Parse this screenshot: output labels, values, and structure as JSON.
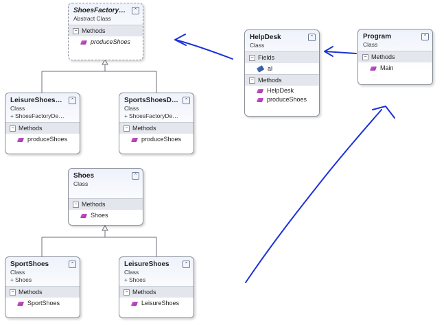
{
  "colors": {
    "pen": "#1a32d8",
    "connector": "#6b6f77",
    "box_border": "#8a8f99",
    "section_bg": "#e3e6ec"
  },
  "classes": {
    "factory": {
      "name": "ShoesFactoryDepa...",
      "stereotype": "Abstract Class",
      "methods_label": "Methods",
      "methods": [
        "produceShoes"
      ]
    },
    "leisure_dept": {
      "name": "LeisureShoesDe...",
      "stereotype": "Class",
      "inherits": "ShoesFactoryDepartm...",
      "methods_label": "Methods",
      "methods": [
        "produceShoes"
      ]
    },
    "sports_dept": {
      "name": "SportsShoesDep...",
      "stereotype": "Class",
      "inherits": "ShoesFactoryDepartm...",
      "methods_label": "Methods",
      "methods": [
        "produceShoes"
      ]
    },
    "helpdesk": {
      "name": "HelpDesk",
      "stereotype": "Class",
      "fields_label": "Fields",
      "fields": [
        "al"
      ],
      "methods_label": "Methods",
      "methods": [
        "HelpDesk",
        "produceShoes"
      ]
    },
    "program": {
      "name": "Program",
      "stereotype": "Class",
      "methods_label": "Methods",
      "methods": [
        "Main"
      ]
    },
    "shoes": {
      "name": "Shoes",
      "stereotype": "Class",
      "methods_label": "Methods",
      "methods": [
        "Shoes"
      ]
    },
    "sport_shoes": {
      "name": "SportShoes",
      "stereotype": "Class",
      "inherits": "Shoes",
      "methods_label": "Methods",
      "methods": [
        "SportShoes"
      ]
    },
    "leisure_shoes": {
      "name": "LeisureShoes",
      "stereotype": "Class",
      "inherits": "Shoes",
      "methods_label": "Methods",
      "methods": [
        "LeisureShoes"
      ]
    }
  },
  "icons": {
    "collapse": "double-chevron-up-icon",
    "method": "method-cube-icon",
    "field": "field-icon",
    "inherit": "plus-icon"
  }
}
